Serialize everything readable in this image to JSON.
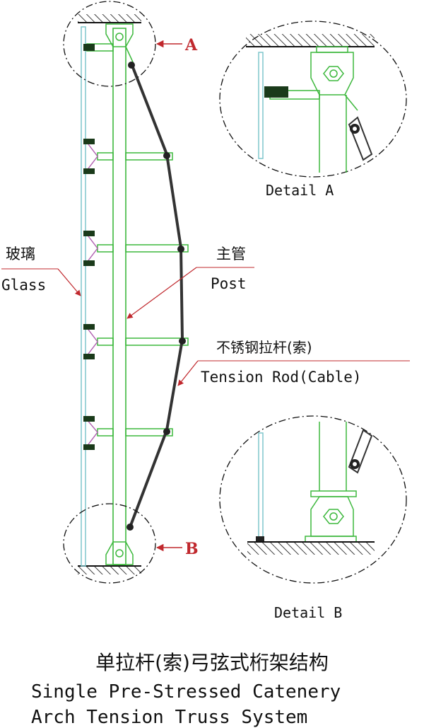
{
  "labels": {
    "glass_cn": "玻璃",
    "glass_en": "Glass",
    "post_cn": "主管",
    "post_en": "Post",
    "rod_cn": "不锈钢拉杆(索)",
    "rod_en": "Tension Rod(Cable)",
    "marker_a": "A",
    "marker_b": "B",
    "detail_a": "Detail A",
    "detail_b": "Detail B"
  },
  "title": {
    "cn": "单拉杆(索)弓弦式桁架结构",
    "en_line1": "Single Pre-Stressed Catenery",
    "en_line2": "Arch Tension Truss System"
  },
  "colors": {
    "post": "#3db83d",
    "glass": "#7fc6cc",
    "rod": "#333333",
    "leader": "#c0282d",
    "bracket": "#b060b0",
    "marker": "#c0282d"
  }
}
